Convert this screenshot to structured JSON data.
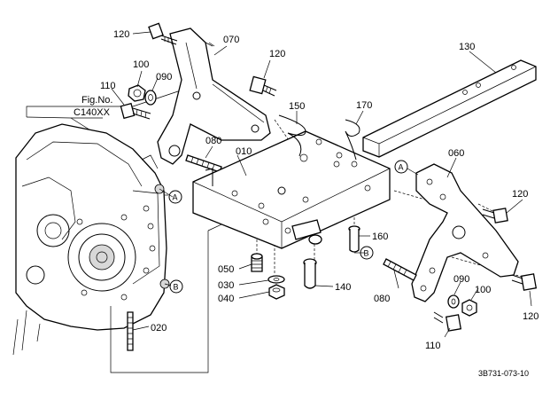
{
  "figure": {
    "fig_ref_title": "Fig.No.",
    "fig_ref_code": "C140XX",
    "drawing_code": "3B731-073-10"
  },
  "callouts": {
    "c120_top": "120",
    "c070": "070",
    "c120_mid": "120",
    "c130": "130",
    "c100_top": "100",
    "c090_top": "090",
    "c110_top": "110",
    "c150": "150",
    "c170": "170",
    "c080_top": "080",
    "c010": "010",
    "c060": "060",
    "c120_right": "120",
    "c160": "160",
    "c050": "050",
    "c030": "030",
    "c040": "040",
    "c140": "140",
    "c080_bot": "080",
    "c090_bot": "090",
    "c100_bot": "100",
    "c120_bot": "120",
    "c020": "020",
    "c110_bot": "110"
  },
  "markers": {
    "a_left": "A",
    "b_left": "B",
    "a_right": "A",
    "b_right": "B"
  }
}
